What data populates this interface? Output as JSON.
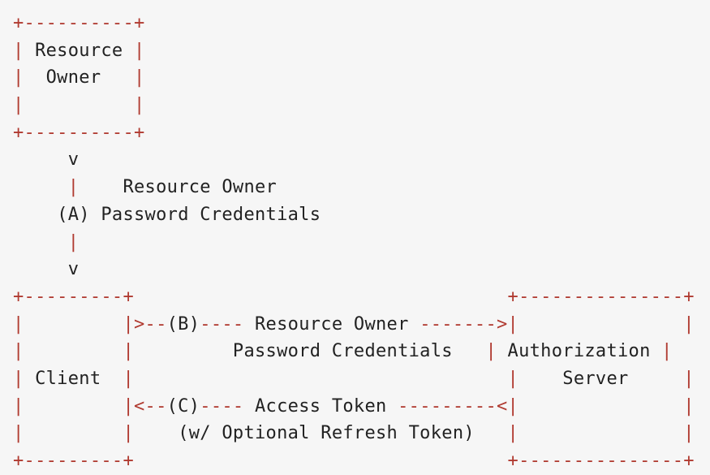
{
  "colors": {
    "background": "#f6f6f6",
    "frame": "#b03a30",
    "text": "#222222"
  },
  "diagram": {
    "resource_owner_box": {
      "label_line1": "Resource",
      "label_line2": "Owner"
    },
    "arrow_a": {
      "marker": "(A)",
      "label_line1": "Resource Owner",
      "label_line2": "Password Credentials"
    },
    "client_box": {
      "label": "Client"
    },
    "authorization_server_box": {
      "label_line1": "Authorization",
      "label_line2": "Server"
    },
    "arrow_b": {
      "marker": "(B)",
      "label_line1": "Resource Owner",
      "label_line2": "Password Credentials"
    },
    "arrow_c": {
      "marker": "(C)",
      "label_line1": "Access Token",
      "label_line2": "(w/ Optional Refresh Token)"
    }
  }
}
